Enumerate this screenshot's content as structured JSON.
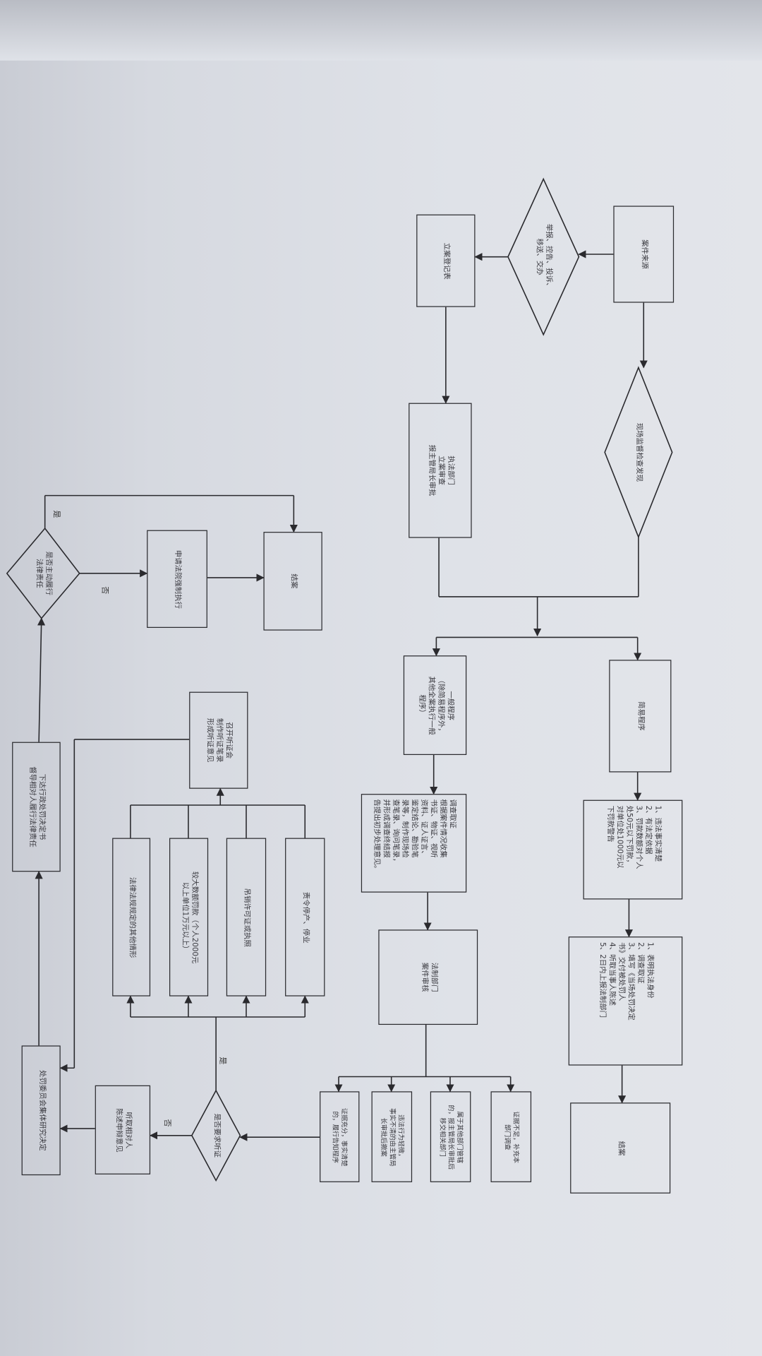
{
  "flowchart": {
    "source": "案件来源",
    "report_decision": "举报、控告、投诉、\n移送、交办",
    "register_form": "立案登记表",
    "onsite_inspection": "现场监督检查发现",
    "filing_review": "执法部门\n立案审查\n报主管局长审批",
    "simple_procedure": "简易程序",
    "general_procedure": "一般程序\n（除简易程序外，\n其他全案执行一般\n程序）",
    "simple_conditions": "1、违法事实清楚\n2、有法定依据\n3、罚款数额对个人\n处50元以下罚款，\n对单位处1000元以\n下罚款警告",
    "investigation": "调查取证\n根据案件情况收集\n书证、物证、视听\n资料、证人证言、\n鉴定结论、勘验笔\n录等，制作现场检\n查笔录、询问笔录，\n并形成调查终结报\n告提出初步处理意见。",
    "onsite_steps": "1、表明执法身份\n2、调查取证\n3、填写《当场处罚决定\n书》交付被处罚人\n4、听取当事人陈述\n5、2日内上报法制部门",
    "close_case_simple": "结案",
    "legal_review": "法制部门\n案件审核",
    "outcome_insufficient": "证据不足，补充本\n部门调查",
    "outcome_transfer": "属于其他部门管辖\n的，报主管局长审批后\n移交相关部门",
    "outcome_dismiss": "违法行为轻微，\n事实不清的由主管局\n长审批后撤案",
    "outcome_notify": "证据充分，事实清楚\n的，履行告知程序",
    "hearing_decision": "是否要求听证",
    "statement": "听取相对人\n陈述申辩意见",
    "committee": "处罚委员会集体研究决定",
    "case_other": "法律法规规定的其他情形",
    "case_large_fine": "较大数额罚款（个人2000元\n以上单位1万元以上）",
    "case_revoke": "吊销许可证或执照",
    "case_suspend": "责令停产、停业",
    "hearing": "召开听证会\n制作听证笔录\n形成听证意见",
    "issue_decision": "下达行政处罚决定书\n督导相对人履行法律责任",
    "compliance_decision": "是否主动履行\n法律责任",
    "court_enforcement": "申请法院强制执行",
    "close_case_final": "结案",
    "label_yes": "是",
    "label_no": "否"
  },
  "colors": {
    "line": "#2a2a2e",
    "paper": "#dfe2e8",
    "text": "#3a3a40"
  }
}
